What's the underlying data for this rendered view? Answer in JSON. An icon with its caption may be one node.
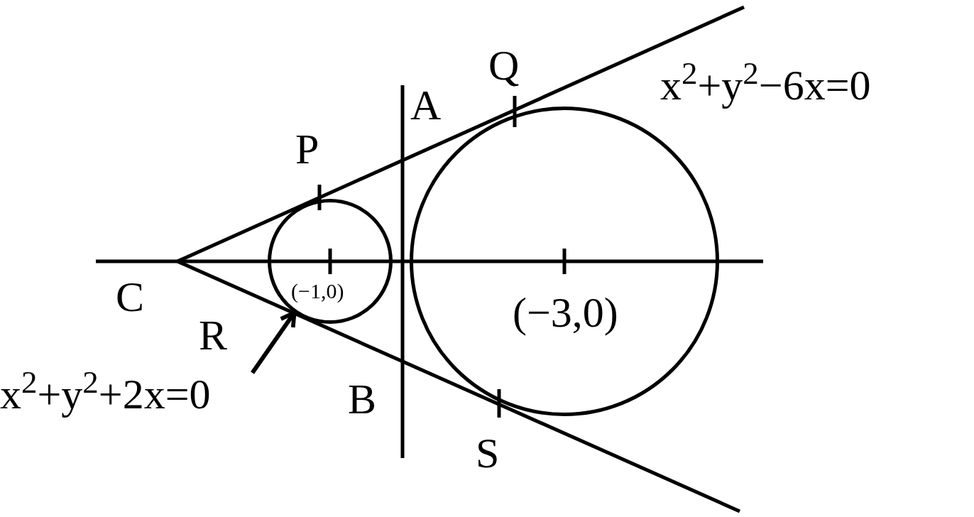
{
  "diagram": {
    "nodes": [
      {
        "text": [],
        "shape": "circle"
      },
      {
        "text": [],
        "shape": "circle"
      },
      {
        "text": [
          "x$^{2}$+y$^{2}$+2x=0"
        ]
      }
    ],
    "edges": [
      {
        "from": 2,
        "to": 0,
        "arrow": "to"
      }
    ],
    "labels": [
      "x$^{2}$+y$^{2}$−6x=0",
      "Q",
      "A",
      "P",
      "C",
      "(−1,0)",
      "(−3,0)",
      "R",
      "B",
      "S"
    ]
  }
}
